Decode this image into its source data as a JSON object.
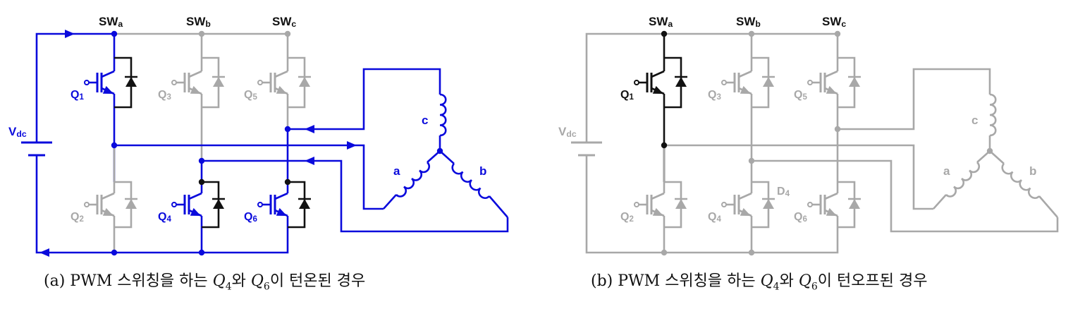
{
  "colors": {
    "active": "#0a0adc",
    "inactive": "#a8a8a8",
    "black": "#111111"
  },
  "left_panel": {
    "switch_legs": [
      {
        "main": "SW",
        "sub": "a"
      },
      {
        "main": "SW",
        "sub": "b"
      },
      {
        "main": "SW",
        "sub": "c"
      }
    ],
    "source": {
      "main": "V",
      "sub": "dc"
    },
    "transistors": [
      {
        "main": "Q",
        "sub": "1"
      },
      {
        "main": "Q",
        "sub": "3"
      },
      {
        "main": "Q",
        "sub": "5"
      },
      {
        "main": "Q",
        "sub": "2"
      },
      {
        "main": "Q",
        "sub": "4"
      },
      {
        "main": "Q",
        "sub": "6"
      }
    ],
    "phases": [
      "a",
      "b",
      "c"
    ],
    "caption": {
      "prefix": "(a) PWM 스위칭을 하는 ",
      "q4_main": "Q",
      "q4_sub": "4",
      "mid": "와 ",
      "q6_main": "Q",
      "q6_sub": "6",
      "suffix": "이 턴온된 경우"
    }
  },
  "right_panel": {
    "switch_legs": [
      {
        "main": "SW",
        "sub": "a"
      },
      {
        "main": "SW",
        "sub": "b"
      },
      {
        "main": "SW",
        "sub": "c"
      }
    ],
    "source": {
      "main": "V",
      "sub": "dc"
    },
    "transistors": [
      {
        "main": "Q",
        "sub": "1"
      },
      {
        "main": "Q",
        "sub": "3"
      },
      {
        "main": "Q",
        "sub": "5"
      },
      {
        "main": "Q",
        "sub": "2"
      },
      {
        "main": "Q",
        "sub": "4"
      },
      {
        "main": "Q",
        "sub": "6"
      }
    ],
    "diode_label": {
      "main": "D",
      "sub": "4"
    },
    "phases": [
      "a",
      "b",
      "c"
    ],
    "caption": {
      "prefix": "(b) PWM 스위칭을 하는 ",
      "q4_main": "Q",
      "q4_sub": "4",
      "mid": "와 ",
      "q6_main": "Q",
      "q6_sub": "6",
      "suffix": "이 턴오프된 경우"
    }
  }
}
